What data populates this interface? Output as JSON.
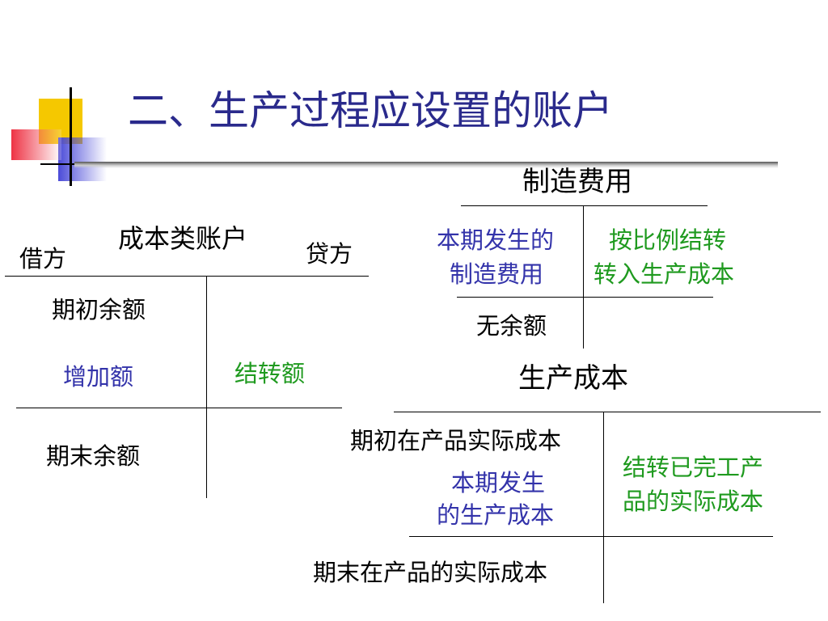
{
  "title": "二、生产过程应设置的账户",
  "colors": {
    "title": "#2a2a8c",
    "debit_text": "#3333aa",
    "credit_text": "#1f9a1f",
    "plain_text": "#000000",
    "deco_yellow": "#f5c800",
    "deco_blue": "#4a4ad8",
    "deco_red": "#ee3344"
  },
  "cost_account": {
    "title": "成本类账户",
    "debit_label": "借方",
    "credit_label": "贷方",
    "opening_balance": "期初余额",
    "increase": "增加额",
    "transfer": "结转额",
    "closing_balance": "期末余额"
  },
  "manufacturing_overhead": {
    "title": "制造费用",
    "debit_line1": "本期发生的",
    "debit_line2": "制造费用",
    "credit_line1": "按比例结转",
    "credit_line2": "转入生产成本",
    "balance": "无余额"
  },
  "production_cost": {
    "title": "生产成本",
    "opening": "期初在产品实际成本",
    "debit_line1": "本期发生",
    "debit_line2": "的生产成本",
    "credit_line1": "结转已完工产",
    "credit_line2": "品的实际成本",
    "closing": "期末在产品的实际成本"
  }
}
